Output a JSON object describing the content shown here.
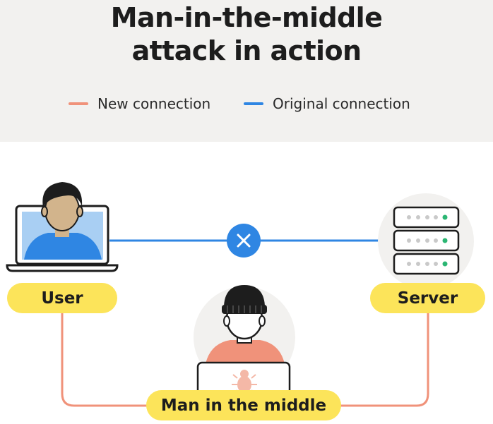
{
  "header": {
    "title_line1": "Man-in-the-middle",
    "title_line2": "attack in action"
  },
  "legend": [
    {
      "label": "New connection",
      "color": "#f0927a"
    },
    {
      "label": "Original connection",
      "color": "#2f86e3"
    }
  ],
  "nodes": {
    "user": "User",
    "server": "Server",
    "attacker": "Man in the middle"
  },
  "icons": {
    "user": "person-on-laptop-icon",
    "server": "server-rack-icon",
    "attacker": "hacker-with-beanie-icon",
    "blocked": "close-icon",
    "bug": "bug-icon"
  },
  "colors": {
    "header_bg": "#f2f1ef",
    "original_connection": "#2f86e3",
    "new_connection": "#f0927a",
    "label_bg": "#fce45a",
    "server_led": "#2bb673"
  }
}
